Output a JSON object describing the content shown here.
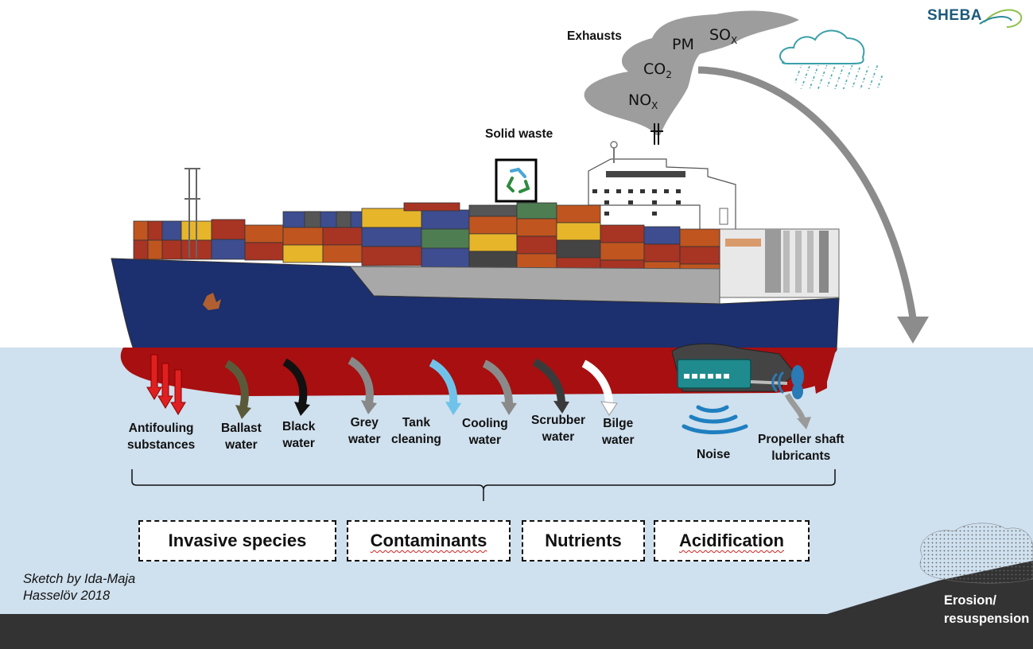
{
  "logo": "SHEBA",
  "emissions": {
    "exhausts": "Exhausts",
    "solid_waste": "Solid waste",
    "gases": {
      "pm": "PM",
      "sox_base": "SO",
      "sox_sub": "X",
      "co2_base": "CO",
      "co2_sub": "2",
      "nox_base": "NO",
      "nox_sub": "X"
    }
  },
  "discharges": [
    {
      "line1": "Antifouling",
      "line2": "substances",
      "color": "#e02020"
    },
    {
      "line1": "Ballast",
      "line2": "water",
      "color": "#5a5a3a"
    },
    {
      "line1": "Black",
      "line2": "water",
      "color": "#111111"
    },
    {
      "line1": "Grey",
      "line2": "water",
      "color": "#9a9a9a"
    },
    {
      "line1": "Tank",
      "line2": "cleaning",
      "color": "#6fc3ea"
    },
    {
      "line1": "Cooling",
      "line2": "water",
      "color": "#8a8a8a"
    },
    {
      "line1": "Scrubber",
      "line2": "water",
      "color": "#3a3a3a"
    },
    {
      "line1": "Bilge",
      "line2": "water",
      "color": "#ffffff"
    },
    {
      "line1": "Noise",
      "line2": "",
      "color": "#1f7fc0"
    },
    {
      "line1": "Propeller shaft",
      "line2": "lubricants",
      "color": "#9a9a9a"
    }
  ],
  "categories": [
    "Invasive species",
    "Contaminants",
    "Nutrients",
    "Acidification"
  ],
  "credit": {
    "line1": "Sketch by Ida-Maja",
    "line2": "Hasselöv 2018"
  },
  "erosion": {
    "line1": "Erosion/",
    "line2": "resuspension"
  },
  "colors": {
    "sea": "#cfe0ee",
    "seabed": "#333333",
    "hull_top": "#1c2f6e",
    "hull_bottom": "#a80f10",
    "smoke": "#9d9d9d"
  }
}
